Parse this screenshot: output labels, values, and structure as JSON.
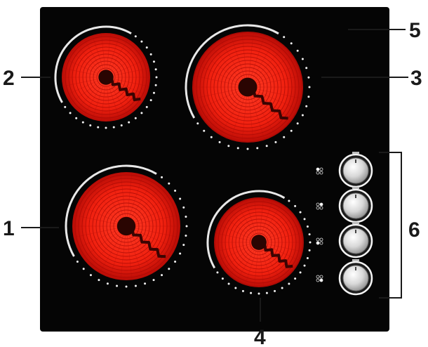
{
  "diagram": {
    "colors": {
      "background": "#ffffff",
      "cooktop": "#050505",
      "burner_glow": "#ff2a1a",
      "burner_deep": "#c70e08",
      "burner_ring": "#e8e8e8",
      "knob_metal": "#d6d6d6",
      "callout": "#1a1a1a"
    },
    "burners": [
      {
        "name": "front-left-burner",
        "callout": "1"
      },
      {
        "name": "rear-left-burner",
        "callout": "2"
      },
      {
        "name": "rear-right-burner",
        "callout": "3"
      },
      {
        "name": "front-right-burner",
        "callout": "4"
      }
    ],
    "callouts": {
      "c1": "1",
      "c2": "2",
      "c3": "3",
      "c4": "4",
      "c5": "5",
      "c6": "6"
    },
    "knobs": [
      {
        "name": "control-knob-1"
      },
      {
        "name": "control-knob-2"
      },
      {
        "name": "control-knob-3"
      },
      {
        "name": "control-knob-4"
      }
    ]
  }
}
